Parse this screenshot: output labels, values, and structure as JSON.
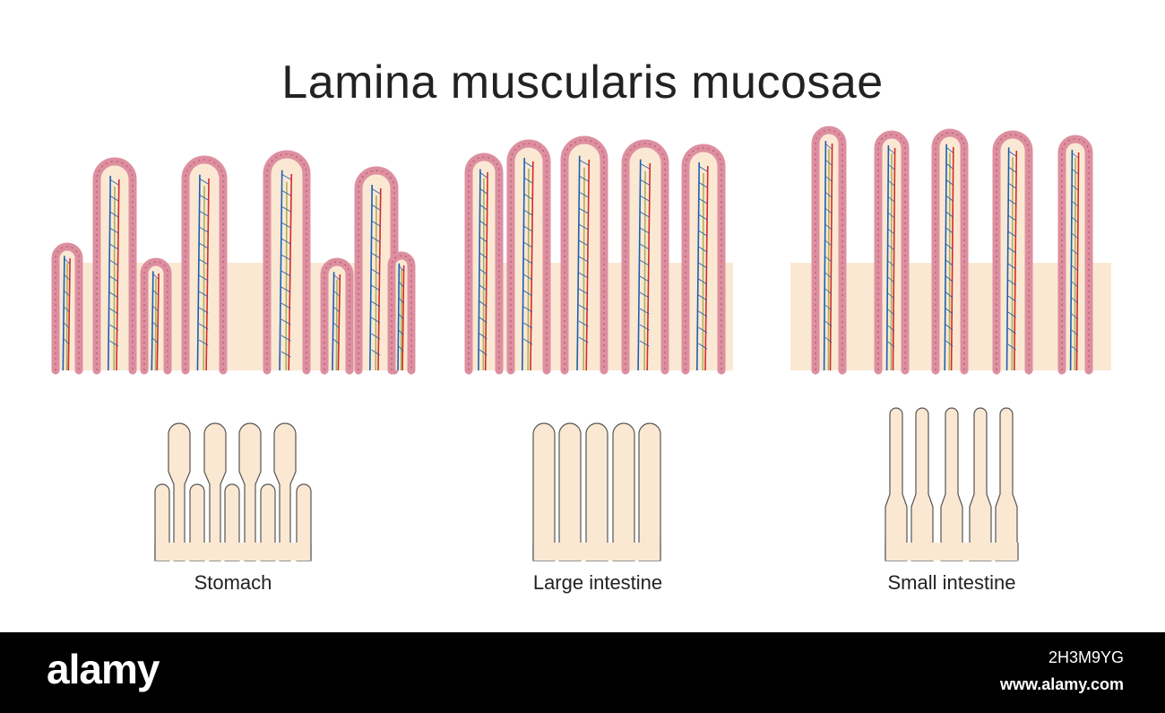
{
  "title": "Lamina muscularis mucosae",
  "panels": [
    {
      "caption": "Stomach"
    },
    {
      "caption": "Large intestine"
    },
    {
      "caption": "Small intestine"
    }
  ],
  "colors": {
    "tissue": "#fbe8d3",
    "epithelium": "#dd8fa0",
    "epithelium_edge": "#b5586f",
    "artery": "#d42a2a",
    "vein": "#1d5fb0",
    "lymph": "#a9b35c",
    "schematic_fill": "#fbe8d3",
    "schematic_stroke": "#555555"
  },
  "watermark": {
    "logo": "alamy",
    "image_id": "2H3M9YG",
    "site": "www.alamy.com"
  }
}
